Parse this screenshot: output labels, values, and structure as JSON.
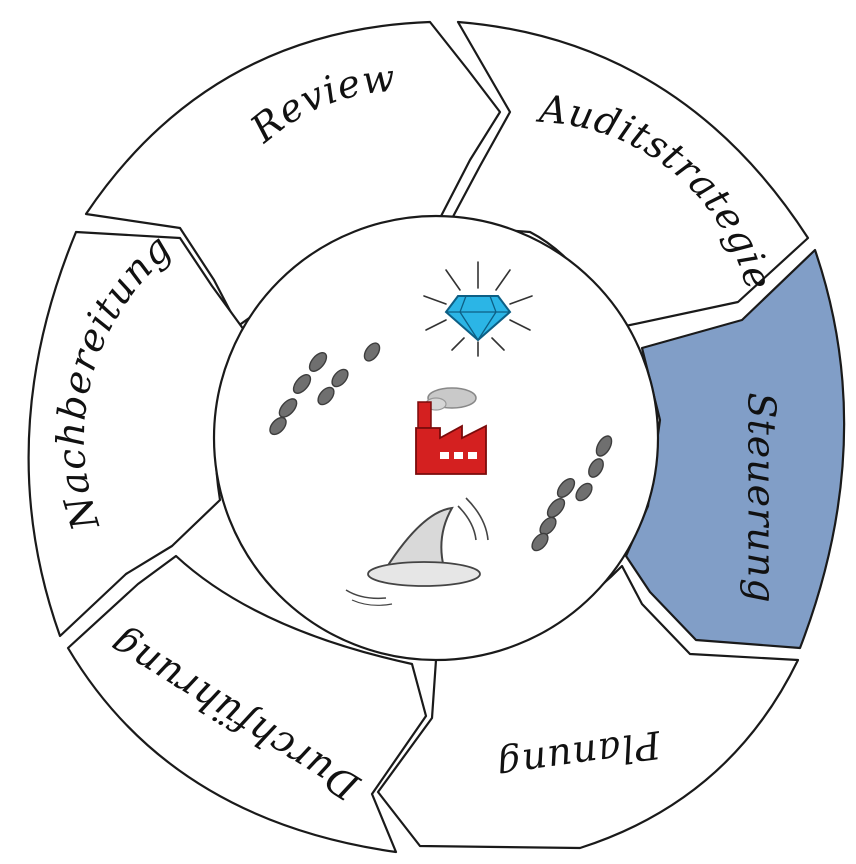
{
  "diagram": {
    "segments": [
      {
        "id": "review",
        "label": "Review",
        "highlighted": false
      },
      {
        "id": "auditstrategie",
        "label": "Auditstrategie",
        "highlighted": false
      },
      {
        "id": "steuerung",
        "label": "Steuerung",
        "highlighted": true
      },
      {
        "id": "planung",
        "label": "Planung",
        "highlighted": false
      },
      {
        "id": "durchfuehrung",
        "label": "Durchführung",
        "highlighted": false
      },
      {
        "id": "nachbereitung",
        "label": "Nachbereitung",
        "highlighted": false
      }
    ],
    "center_icons": [
      "diamond-icon",
      "factory-icon",
      "shark-fin-icon",
      "footprints-icon"
    ],
    "colors": {
      "highlight": "#819ec7",
      "factory": "#d42020",
      "diamond": "#2bb5e6",
      "outline": "#1a1a1a"
    }
  }
}
